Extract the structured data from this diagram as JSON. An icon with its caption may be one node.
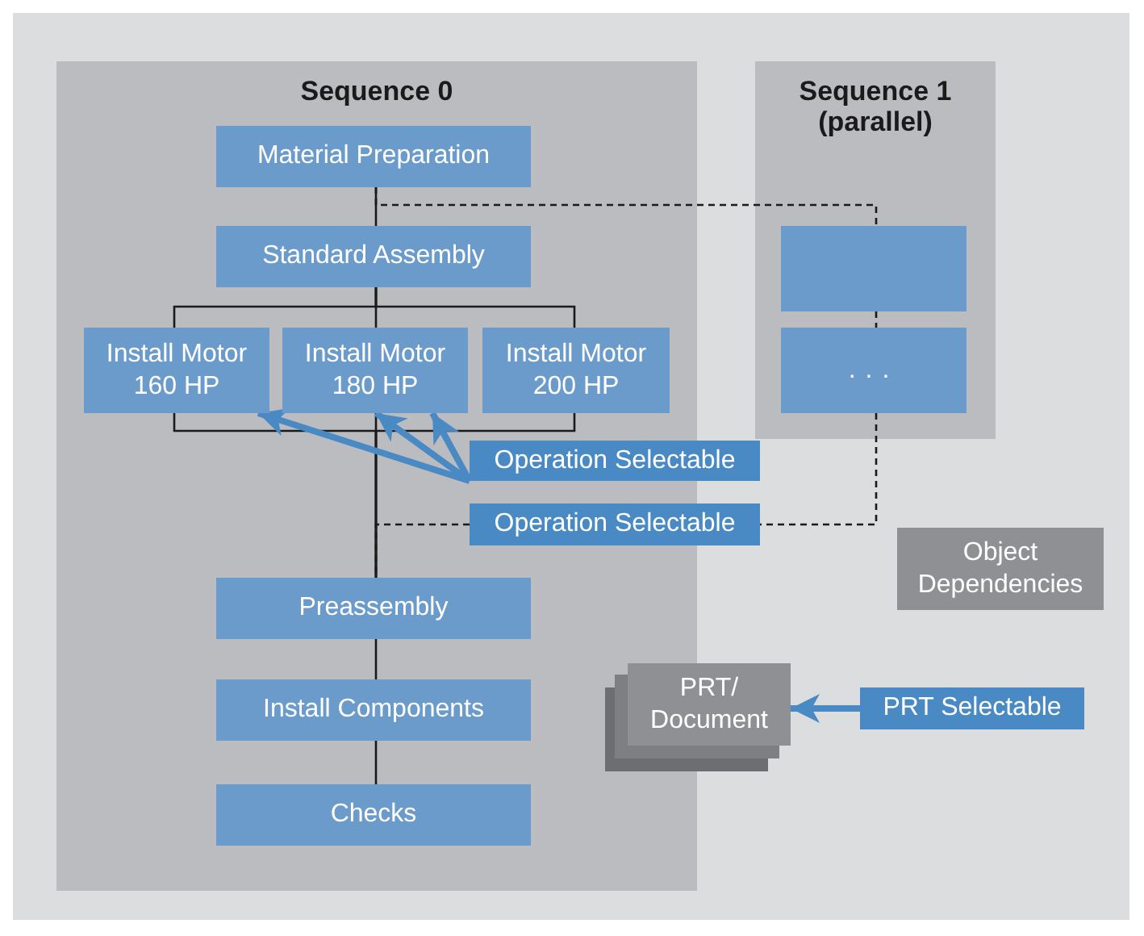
{
  "diagram": {
    "nodes": [
      {
        "text": [
          "Sequence 0"
        ]
      },
      {
        "text": [
          "Material Preparation"
        ],
        "in": 0
      },
      {
        "text": [
          "Standard Assembly"
        ],
        "in": 0
      },
      {
        "text": [
          "Install Motor 160 HP"
        ],
        "in": 0
      },
      {
        "text": [
          "Install Motor 180 HP"
        ],
        "in": 0
      },
      {
        "text": [
          "Install Motor 200 HP"
        ],
        "in": 0
      },
      {
        "text": [
          "Sequence 1 (parallel)"
        ]
      },
      {
        "text": [],
        "shape": "box",
        "in": 6
      },
      {
        "text": [
          "..."
        ],
        "in": 6
      },
      {
        "text": [
          "Operation Selectable"
        ]
      },
      {
        "text": [
          "Operation Selectable"
        ]
      },
      {
        "text": [
          "Preassembly"
        ],
        "in": 0
      },
      {
        "text": [
          "Install Components"
        ],
        "in": 0
      },
      {
        "text": [
          "Checks"
        ],
        "in": 0
      },
      {
        "text": [
          "Object Dependencies"
        ]
      },
      {
        "text": [
          "PRT/ Document"
        ]
      },
      {
        "text": [
          "PRT Selectable"
        ]
      }
    ],
    "edges": [
      {
        "from": 1,
        "to": 2,
        "arrow": "none"
      },
      {
        "from": 2,
        "to": 3,
        "arrow": "none"
      },
      {
        "from": 2,
        "to": 4,
        "arrow": "none"
      },
      {
        "from": 2,
        "to": 5,
        "arrow": "none"
      },
      {
        "from": 3,
        "to": 11,
        "arrow": "none"
      },
      {
        "from": 4,
        "to": 11,
        "arrow": "none"
      },
      {
        "from": 5,
        "to": 11,
        "arrow": "none"
      },
      {
        "from": 11,
        "to": 12,
        "arrow": "none"
      },
      {
        "from": 12,
        "to": 13,
        "arrow": "none"
      },
      {
        "from": 1,
        "to": 7,
        "arrow": "none",
        "style": "dashed"
      },
      {
        "from": 7,
        "to": 8,
        "arrow": "none",
        "style": "dashed"
      },
      {
        "from": 8,
        "to": 10,
        "arrow": "none",
        "style": "dashed"
      },
      {
        "from": 10,
        "to": 11,
        "arrow": "none",
        "style": "dashed"
      },
      {
        "from": 9,
        "to": 3,
        "arrow": "to",
        "style": "thick",
        "color": "#4a8ac4"
      },
      {
        "from": 9,
        "to": 4,
        "arrow": "to",
        "style": "thick",
        "color": "#4a8ac4"
      },
      {
        "from": 9,
        "to": 4,
        "arrow": "to",
        "style": "thick",
        "color": "#4a8ac4"
      },
      {
        "from": 16,
        "to": 15,
        "arrow": "to",
        "style": "thick",
        "color": "#4a8ac4"
      }
    ]
  }
}
